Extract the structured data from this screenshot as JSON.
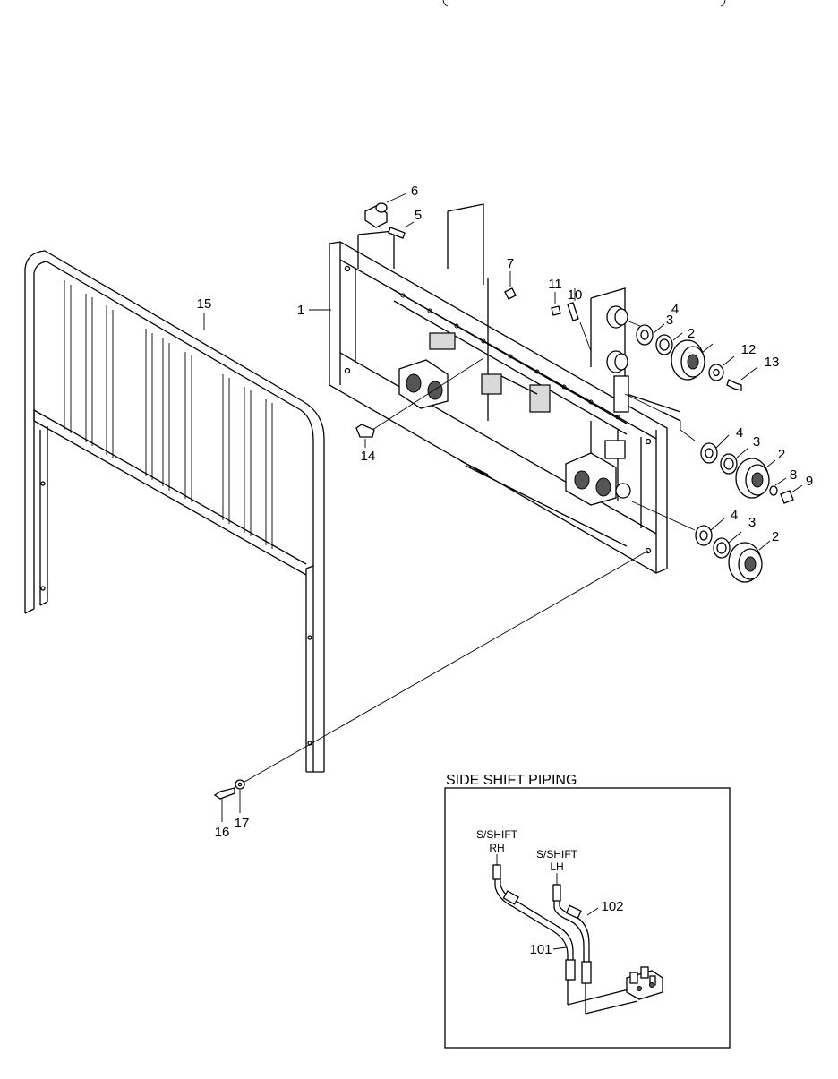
{
  "callouts": [
    {
      "id": "c1",
      "text": "1"
    },
    {
      "id": "c2a",
      "text": "2"
    },
    {
      "id": "c2b",
      "text": "2"
    },
    {
      "id": "c2c",
      "text": "2"
    },
    {
      "id": "c3a",
      "text": "3"
    },
    {
      "id": "c3b",
      "text": "3"
    },
    {
      "id": "c3c",
      "text": "3"
    },
    {
      "id": "c4a",
      "text": "4"
    },
    {
      "id": "c4b",
      "text": "4"
    },
    {
      "id": "c4c",
      "text": "4"
    },
    {
      "id": "c5",
      "text": "5"
    },
    {
      "id": "c6",
      "text": "6"
    },
    {
      "id": "c7",
      "text": "7"
    },
    {
      "id": "c8",
      "text": "8"
    },
    {
      "id": "c9",
      "text": "9"
    },
    {
      "id": "c10",
      "text": "10"
    },
    {
      "id": "c11",
      "text": "11"
    },
    {
      "id": "c12",
      "text": "12"
    },
    {
      "id": "c13",
      "text": "13"
    },
    {
      "id": "c14",
      "text": "14"
    },
    {
      "id": "c15",
      "text": "15"
    },
    {
      "id": "c16",
      "text": "16"
    },
    {
      "id": "c17",
      "text": "17"
    }
  ],
  "inset": {
    "title": "SIDE SHIFT PIPING",
    "rh_line1": "S/SHIFT",
    "rh_line2": "RH",
    "lh_line1": "S/SHIFT",
    "lh_line2": "LH",
    "hose_101": "101",
    "hose_102": "102"
  }
}
